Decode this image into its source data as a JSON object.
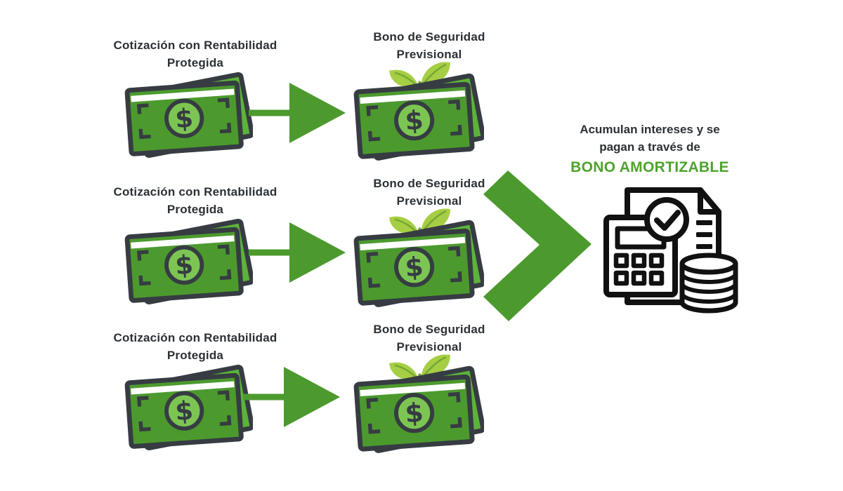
{
  "diagram": {
    "rows": [
      {
        "source": {
          "label": "Cotización con Rentabilidad Protegida",
          "icon": "money-bills-icon"
        },
        "arrow_icon": "arrow-right-icon",
        "target": {
          "label": "Bono de Seguridad Previsional",
          "icon": "money-bills-sprout-icon"
        }
      },
      {
        "source": {
          "label": "Cotización con Rentabilidad Protegida",
          "icon": "money-bills-icon"
        },
        "arrow_icon": "arrow-right-icon",
        "target": {
          "label": "Bono de Seguridad Previsional",
          "icon": "money-bills-sprout-icon"
        }
      },
      {
        "source": {
          "label": "Cotización con Rentabilidad Protegida",
          "icon": "money-bills-icon"
        },
        "arrow_icon": "arrow-right-icon",
        "target": {
          "label": "Bono de Seguridad Previsional",
          "icon": "money-bills-sprout-icon"
        }
      }
    ],
    "flow_icon": "chevron-right-icon",
    "result": {
      "description": "Acumulan intereses y se pagan a través de",
      "highlight": "BONO AMORTIZABLE",
      "icon": "calculator-document-check-coins-icon"
    },
    "colors": {
      "primary_green": "#4c9a2e",
      "highlight_green": "#4ea32d",
      "light_green": "#7cc553",
      "back_bill_green": "#5cb33a",
      "leaf_green": "#a6ce44",
      "leaf_vein_green": "#74a833",
      "outline_dark": "#363c42",
      "text_dark": "#2b3034",
      "icon_black": "#111111",
      "background": "#ffffff"
    }
  }
}
